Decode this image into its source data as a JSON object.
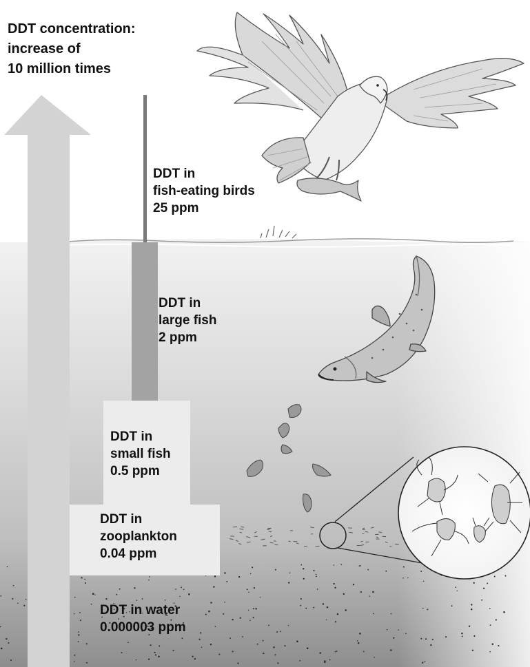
{
  "title": {
    "line1": "DDT concentration:",
    "line2": "increase of",
    "line3": "10 million times"
  },
  "levels": [
    {
      "line1": "DDT in",
      "line2": "fish-eating birds",
      "line3": "25 ppm"
    },
    {
      "line1": "DDT in",
      "line2": "large fish",
      "line3": "2 ppm"
    },
    {
      "line1": "DDT in",
      "line2": "small fish",
      "line3": "0.5 ppm"
    },
    {
      "line1": "DDT in",
      "line2": "zooplankton",
      "line3": "0.04 ppm"
    },
    {
      "line1": "DDT in water",
      "line2": "0.000003 ppm"
    }
  ],
  "colors": {
    "arrow": "#d2d2d2",
    "water_top": "#eeeeee",
    "water_bottom": "#9a9a9a",
    "bar": "#9a9a9a",
    "box": "#ededed",
    "ink": "#111111"
  },
  "icons": [
    "eagle-icon",
    "trout-icon",
    "small-fish-icon",
    "zooplankton-icon",
    "magnifier-icon"
  ]
}
